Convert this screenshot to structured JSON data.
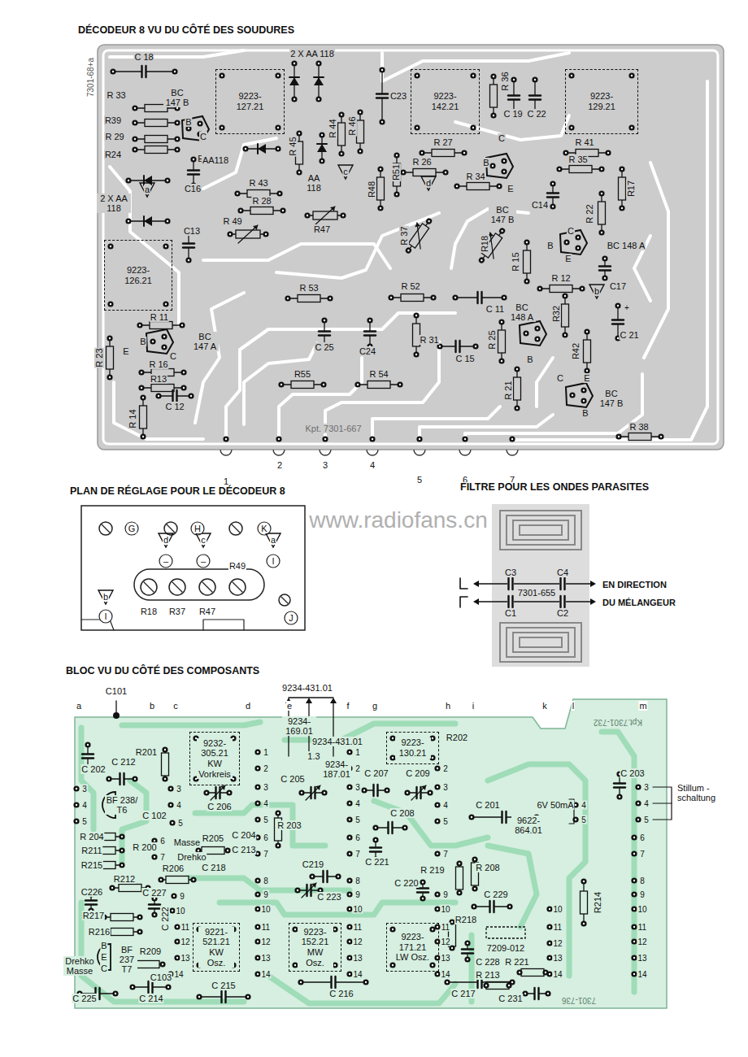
{
  "diagram": {
    "title": "DÉCODEUR 8 VU DU CÔTÉ DES SOUDURES",
    "nodes": [
      {
        "text": [
          "9223- 127.21"
        ]
      },
      {
        "text": [
          "9223- 142.21"
        ]
      },
      {
        "text": [
          "9223- 129.21"
        ]
      },
      {
        "text": [
          "9223- 126.21"
        ]
      },
      {
        "text": [
          "9232- 305.21",
          "KW Vorkreis"
        ]
      },
      {
        "text": [
          "9223- 130.21"
        ]
      },
      {
        "text": [
          "9221- 521.21",
          "KW Osz."
        ]
      },
      {
        "text": [
          "9223- 152.21",
          "MW Osz."
        ]
      },
      {
        "text": [
          "9223- 171.21",
          "LW Osz."
        ]
      }
    ],
    "labels": [
      "7301-68+a",
      "C 18",
      "BC 147 B",
      "B",
      "C",
      "E",
      "R 33",
      "R39",
      "R 29",
      "R24",
      "2 X AA 118",
      "C23",
      "R 36",
      "C 19",
      "C 22",
      "AA118",
      "R 45",
      "R 44",
      "R 46",
      "AA 118",
      "c",
      "a",
      "2 X AA 118",
      "C16",
      "R 43",
      "R 28",
      "d",
      "R 27",
      "R 26",
      "R 34",
      "R48",
      "R51",
      "C",
      "B",
      "E",
      "BC 147 B",
      "R 41",
      "R 35",
      "R17",
      "C14",
      "R 22",
      "C",
      "B",
      "E",
      "BC 148 A",
      "C13",
      "R 49",
      "R47",
      "R 37",
      "R18",
      "R 15",
      "R 12",
      "C17",
      "R 53",
      "R 52",
      "C 11",
      "BC 148 A",
      "R32",
      "b",
      "C 21",
      "C 25",
      "C24",
      "R 31",
      "C 15",
      "R 25",
      "R42",
      "B",
      "R 11",
      "BC 147 A",
      "B",
      "C",
      "E",
      "R 23",
      "R 16",
      "R13",
      "R 14",
      "C 12",
      "R55",
      "R 54",
      "R 21",
      "C",
      "E",
      "B",
      "BC 147 B",
      "R 38",
      "Kpt. 7301-667",
      "1",
      "2",
      "3",
      "4",
      "5",
      "6",
      "7",
      "PLAN DE RÉGLAGE POUR LE DÉCODEUR 8",
      "FILTRE POUR LES ONDES PARASITES",
      "www.radiofans.cn",
      "G",
      "H",
      "K",
      "d",
      "–",
      "c",
      "–",
      "a",
      "I",
      "b",
      "I",
      "R18",
      "R37",
      "R47",
      "R49",
      "J",
      "C3",
      "C4",
      "7301-655",
      "EN DIRECTION",
      "C1",
      "C2",
      "DU MÉLANGEUR",
      "BLOC VU DU CÔTÉ DES COMPOSANTS",
      "a",
      "b",
      "c",
      "d",
      "e",
      "f",
      "g",
      "h",
      "i",
      "k",
      "l",
      "m",
      "C101",
      "9234-431.01",
      "9234- 169.01",
      "9234-431.01",
      "9234- 187.01",
      "1.3",
      "C 205",
      "Kpt.7301-732",
      "C 202",
      "C 212",
      "R201",
      "R202",
      "C 206",
      "C 207",
      "C 209",
      "C 208",
      "C 221",
      "C 220",
      "C219",
      "C 223",
      "R 203",
      "C 204",
      "C 213",
      "R205",
      "C 218",
      "R206",
      "R212",
      "R 204",
      "R211",
      "R215",
      "R 200",
      "Masse",
      "Drehko",
      "C 102",
      "BF 238/ T6",
      "C226",
      "C 227",
      "R217",
      "R216",
      "C 222",
      "Drehko Masse",
      "BF 237 T7",
      "B",
      "E",
      "C",
      "R209",
      "C103",
      "C 225",
      "C 214",
      "C 215",
      "C 216",
      "C 217",
      "C 201",
      "R 219",
      "R 208",
      "C 229",
      "R218",
      "7209-012",
      "C 228",
      "R 221",
      "R 213",
      "C 231",
      "R214",
      "9622- 864.01",
      "6V 50mA",
      "C 203",
      "Stillum - schaltung",
      "7301-736",
      "3",
      "4",
      "5",
      "3",
      "4",
      "5",
      "6",
      "7",
      "9",
      "10",
      "11",
      "12",
      "13",
      "14",
      "1",
      "2",
      "3",
      "4",
      "5",
      "6",
      "7",
      "8",
      "9",
      "10",
      "11",
      "12",
      "13",
      "14",
      "1",
      "2",
      "3",
      "4",
      "5",
      "6",
      "7",
      "8",
      "9",
      "10",
      "11",
      "12",
      "13",
      "14",
      "2",
      "3",
      "4",
      "5",
      "7",
      "9",
      "10",
      "11",
      "12",
      "13",
      "14",
      "10",
      "11",
      "12",
      "13",
      "14",
      "4",
      "5",
      "3",
      "4",
      "5",
      "6",
      "7",
      "8",
      "9",
      "10",
      "11",
      "12",
      "13",
      "14"
    ]
  }
}
